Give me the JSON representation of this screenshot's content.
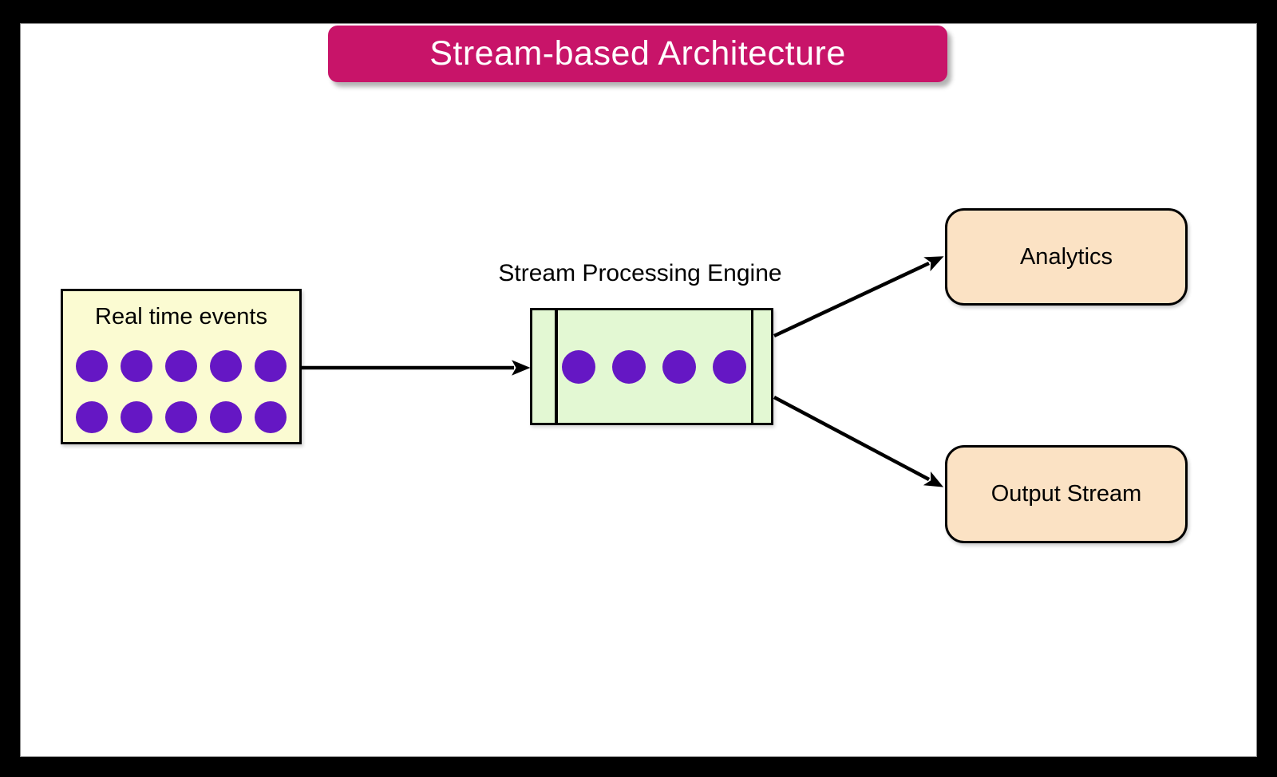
{
  "colors": {
    "frame": "#000000",
    "canvas": "#FFFFFF",
    "banner_bg": "#C81469",
    "banner_text": "#FFFFFF",
    "source_fill": "#FBFBD2",
    "engine_fill": "#E3F8D3",
    "output_fill": "#FBE2C4",
    "dot": "#6517C4",
    "line": "#000000"
  },
  "banner": {
    "title": "Stream-based Architecture"
  },
  "source_box": {
    "label": "Real time events",
    "dot_rows": [
      5,
      5
    ]
  },
  "engine": {
    "label": "Stream Processing Engine",
    "dots": 4
  },
  "outputs": {
    "analytics": {
      "label": "Analytics"
    },
    "output_stream": {
      "label": "Output Stream"
    }
  }
}
